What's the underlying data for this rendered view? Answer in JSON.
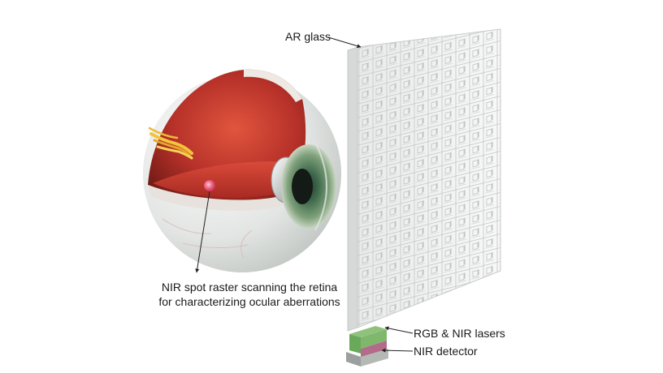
{
  "labels": {
    "ar_glass": "AR glass",
    "nir_spot": "NIR spot raster scanning the retina for characterizing ocular aberrations",
    "rgb_nir_lasers": "RGB & NIR lasers",
    "nir_detector": "NIR detector"
  },
  "colors": {
    "retina": "#c0392b",
    "sclera": "#e4e6e4",
    "iris": "#5f8a63",
    "glass": "#f2f3f2",
    "nir_spot": "#e8506e",
    "laser_module": "#6aa85a",
    "detector": "#b36b8a"
  }
}
